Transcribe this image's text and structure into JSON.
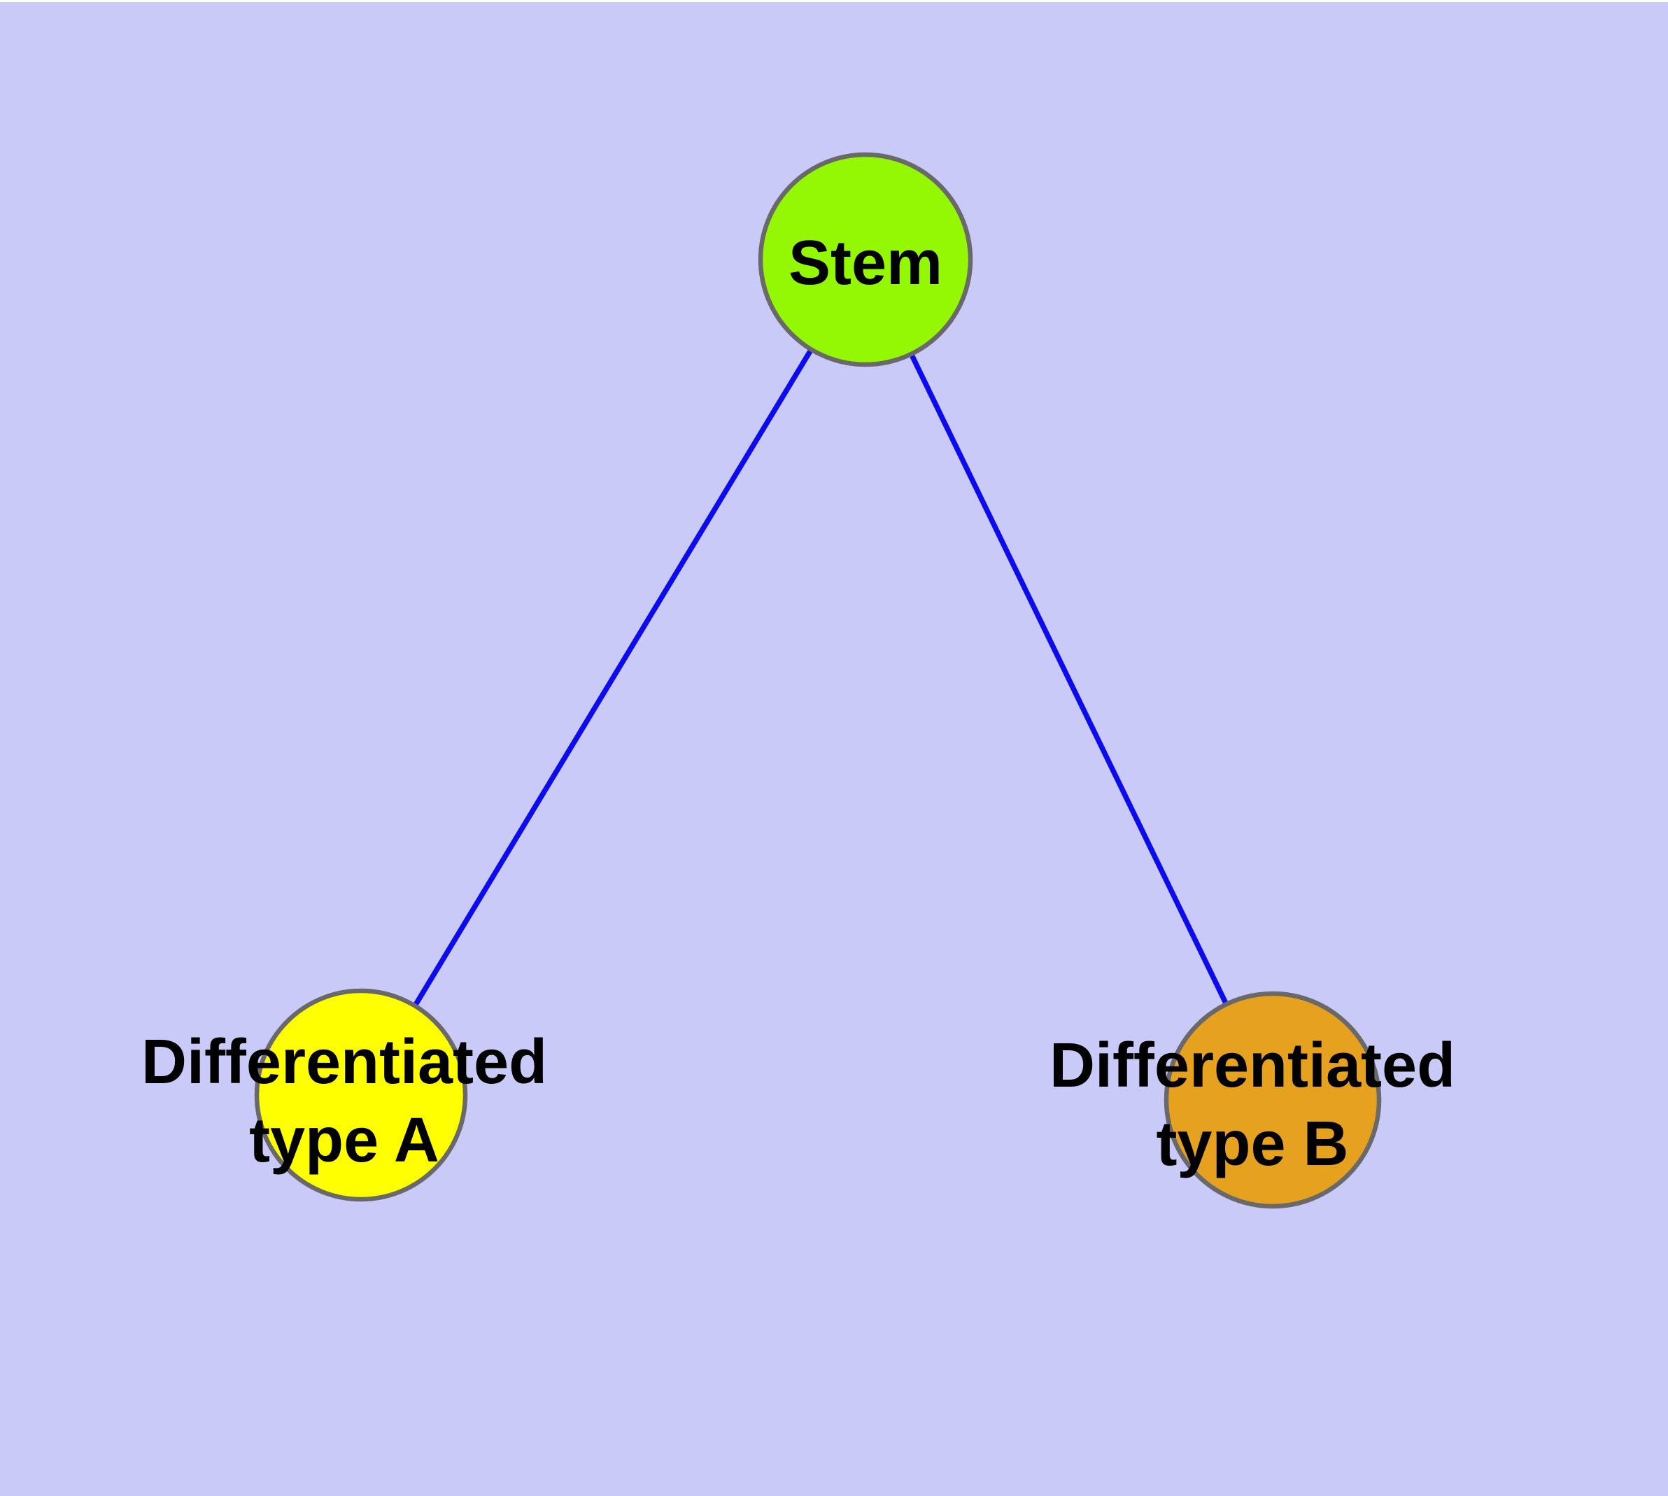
{
  "diagram": {
    "background_color": "#cacaf8",
    "edge_color": "#0b0bee",
    "node_border_color": "#696969",
    "text_color": "#000000",
    "nodes": [
      {
        "id": "stem",
        "label": "Stem",
        "fill": "#94f703"
      },
      {
        "id": "differentiated-type-a",
        "label_line1": "Differentiated",
        "label_line2": "type A",
        "fill": "#ffff00"
      },
      {
        "id": "differentiated-type-b",
        "label_line1": "Differentiated",
        "label_line2": "type B",
        "fill": "#e6a11f"
      }
    ],
    "edges": [
      {
        "from": "stem",
        "to": "differentiated-type-a"
      },
      {
        "from": "stem",
        "to": "differentiated-type-b"
      }
    ]
  }
}
